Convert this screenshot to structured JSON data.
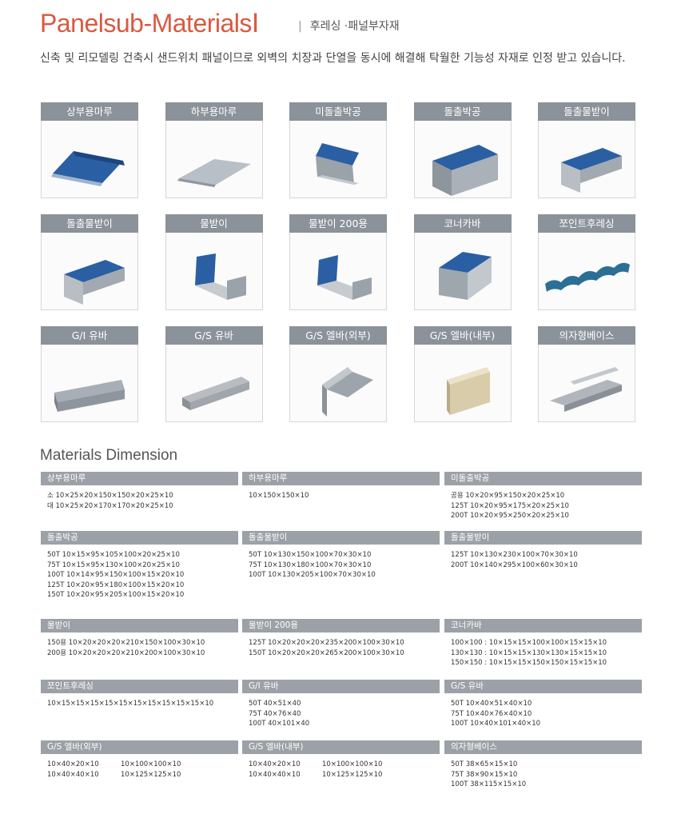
{
  "header": {
    "title": "Panelsub-MaterialsⅠ",
    "subtitle": "후레싱 ·패널부자재"
  },
  "intro": "신축 및 리모델링 건축시 샌드위치 패널이므로 외벽의 치장과 단열을 동시에 해결해 탁월한 기능성 자재로 인정 받고 있습니다.",
  "products": [
    {
      "label": "상부용마루",
      "icon": "ridge-cap-icon",
      "color": "#2a5fa3"
    },
    {
      "label": "하부용마루",
      "icon": "lower-ridge-icon",
      "color": "#b8bfc6"
    },
    {
      "label": "미돌출박공",
      "icon": "gable-flashing-icon",
      "color": "#2a5fa3"
    },
    {
      "label": "돌출박공",
      "icon": "protruding-gable-icon",
      "color": "#2a5fa3"
    },
    {
      "label": "돌출물받이",
      "icon": "protruding-gutter-icon",
      "color": "#2a5fa3"
    },
    {
      "label": "돌출물받이",
      "icon": "protruding-gutter-icon",
      "color": "#2a5fa3"
    },
    {
      "label": "물받이",
      "icon": "gutter-icon",
      "color": "#2a5fa3"
    },
    {
      "label": "물받이 200용",
      "icon": "gutter-200-icon",
      "color": "#2a5fa3"
    },
    {
      "label": "코너카바",
      "icon": "corner-cover-icon",
      "color": "#2a5fa3"
    },
    {
      "label": "쪼인트후레싱",
      "icon": "joint-flashing-icon",
      "color": "#2b6f94"
    },
    {
      "label": "G/I 유바",
      "icon": "gi-channel-icon",
      "color": "#a8aeb5"
    },
    {
      "label": "G/S 유바",
      "icon": "gs-channel-icon",
      "color": "#b9bdc2"
    },
    {
      "label": "G/S 엘바(외부)",
      "icon": "gs-angle-outer-icon",
      "color": "#9ea4ab"
    },
    {
      "label": "G/S 엘바(내부)",
      "icon": "gs-angle-inner-icon",
      "color": "#d9ccab"
    },
    {
      "label": "의자형베이스",
      "icon": "chair-base-icon",
      "color": "#b0b6bc"
    }
  ],
  "dimensions": {
    "title": "Materials Dimension",
    "rows": [
      [
        {
          "header": "상부용마루",
          "lines": [
            "소 10×25×20×150×150×20×25×10",
            "대 10×25×20×170×170×20×25×10"
          ]
        },
        {
          "header": "하부용마루",
          "lines": [
            "10×150×150×10"
          ]
        },
        {
          "header": "미돌출박공",
          "lines": [
            "공용 10×20×95×150×20×25×10",
            "125T 10×20×95×175×20×25×10",
            "200T 10×20×95×250×20×25×10"
          ]
        }
      ],
      [
        {
          "header": "돌출박공",
          "lines": [
            "50T 10×15×95×105×100×20×25×10",
            "75T 10×15×95×130×100×20×25×10",
            "100T 10×14×95×150×100×15×20×10",
            "125T 10×20×95×180×100×15×20×10",
            "150T 10×20×95×205×100×15×20×10"
          ]
        },
        {
          "header": "돌출물받이",
          "lines": [
            "50T 10×130×150×100×70×30×10",
            "75T 10×130×180×100×70×30×10",
            "100T 10×130×205×100×70×30×10"
          ]
        },
        {
          "header": "돌출물받이",
          "lines": [
            "125T 10×130×230×100×70×30×10",
            "200T 10×140×295×100×60×30×10"
          ]
        }
      ],
      [
        {
          "header": "물받이",
          "lines": [
            "150용 10×20×20×20×210×150×100×30×10",
            "200용 10×20×20×20×210×200×100×30×10"
          ]
        },
        {
          "header": "물받이 200용",
          "lines": [
            "125T 10×20×20×20×235×200×100×30×10",
            "150T 10×20×20×20×265×200×100×30×10"
          ]
        },
        {
          "header": "코너카바",
          "lines": [
            "100×100 : 10×15×15×100×100×15×15×10",
            "130×130 : 10×15×15×130×130×15×15×10",
            "150×150 : 10×15×15×150×150×15×15×10"
          ]
        }
      ],
      [
        {
          "header": "쪼인트후레싱",
          "lines": [
            "10×15×15×15×15×15×15×15×15×15×15×10"
          ]
        },
        {
          "header": "G/I 유바",
          "lines": [
            "50T 40×51×40",
            "75T 40×76×40",
            "100T 40×101×40"
          ]
        },
        {
          "header": "G/S 유바",
          "lines": [
            "50T 10×40×51×40×10",
            "75T 10×40×76×40×10",
            "100T 10×40×101×40×10"
          ]
        }
      ],
      [
        {
          "header": "G/S 엘바(외부)",
          "col1": [
            "10×40×20×10",
            "10×40×40×10"
          ],
          "col2": [
            "10×100×100×10",
            "10×125×125×10"
          ]
        },
        {
          "header": "G/S 엘바(내부)",
          "col1": [
            "10×40×20×10",
            "10×40×40×10"
          ],
          "col2": [
            "10×100×100×10",
            "10×125×125×10"
          ]
        },
        {
          "header": "의자형베이스",
          "lines": [
            "50T 38×65×15×10",
            "75T 38×90×15×10",
            "100T 38×115×15×10"
          ]
        }
      ]
    ]
  }
}
